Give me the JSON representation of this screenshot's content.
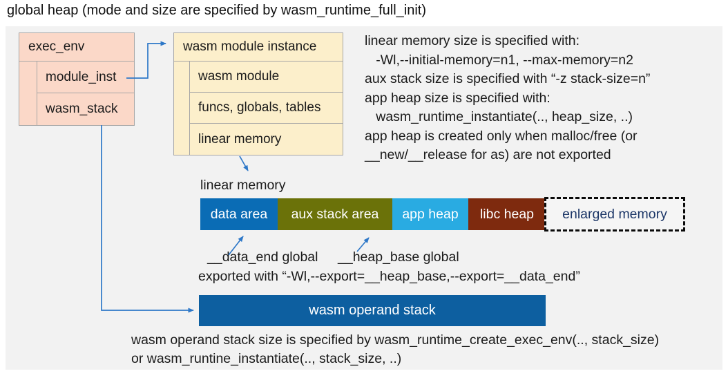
{
  "title": "global heap (mode and size are specified by wasm_runtime_full_init)",
  "exec_env_box": {
    "header": "exec_env",
    "rows": [
      "module_inst",
      "wasm_stack"
    ],
    "fill": "#fbd8c8"
  },
  "module_instance_box": {
    "header": "wasm module instance",
    "rows": [
      "wasm module",
      "funcs, globals, tables",
      "linear memory"
    ],
    "fill": "#fcefcb"
  },
  "notes_top": {
    "lines": [
      "linear memory size is specified with:",
      "   -Wl,--initial-memory=n1, --max-memory=n2",
      "aux stack size is specified with “-z stack-size=n”",
      "app heap size is specified with:",
      "   wasm_runtime_instantiate(.., heap_size, ..)",
      "app heap is created only when malloc/free (or",
      "__new/__release for as) are not exported"
    ]
  },
  "linear_memory": {
    "label": "linear memory",
    "segments": [
      {
        "label": "data area",
        "color": "#0a6cb5"
      },
      {
        "label": "aux stack area",
        "color": "#6b7209"
      },
      {
        "label": "app heap",
        "color": "#29abe2"
      },
      {
        "label": "libc heap",
        "color": "#7e2a0e"
      }
    ],
    "enlarged": {
      "label": "enlarged memory",
      "text_color": "#1d3768"
    }
  },
  "markers": {
    "data_end": "__data_end global",
    "heap_base": "__heap_base global",
    "exported": "exported with “-Wl,--export=__heap_base,--export=__data_end”"
  },
  "operand_stack": {
    "label": "wasm operand stack",
    "color": "#0d5fa0"
  },
  "notes_bottom": {
    "lines": [
      "wasm operand stack size is specified by wasm_runtime_create_exec_env(.., stack_size)",
      "or wasm_runtine_instantiate(.., stack_size, ..)"
    ]
  },
  "colors": {
    "panel_bg": "#f2f2f2",
    "box_border": "#a6a6a6",
    "connector": "#2e78c8",
    "text": "#1a1a1a"
  }
}
